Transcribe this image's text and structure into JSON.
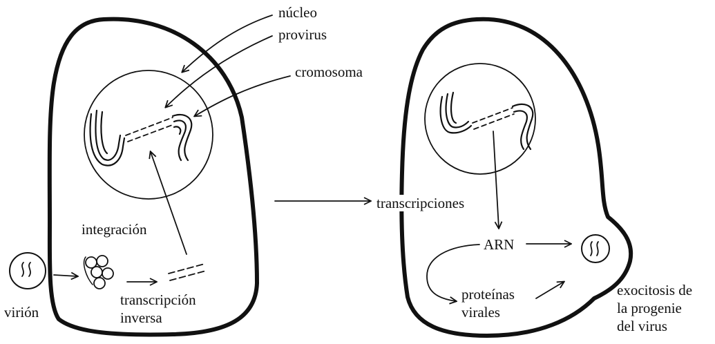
{
  "labels": {
    "nucleo": "núcleo",
    "provirus": "provirus",
    "cromosoma": "cromosoma",
    "integracion": "integración",
    "virion": "virión",
    "transcripcion_inversa_1": "transcripción",
    "transcripcion_inversa_2": "inversa",
    "transcripciones": "transcripciones",
    "arn": "ARN",
    "proteinas_1": "proteínas",
    "proteinas_2": "virales",
    "exocitosis_1": "exocitosis de",
    "exocitosis_2": "la progenie",
    "exocitosis_3": "del virus"
  },
  "colors": {
    "ink": "#111111",
    "background": "#ffffff"
  }
}
